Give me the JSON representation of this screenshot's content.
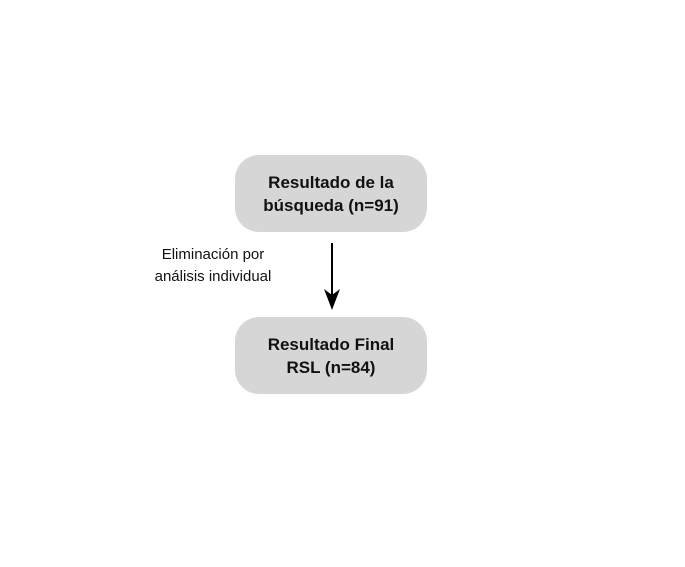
{
  "diagram": {
    "nodes": [
      {
        "id": "search-results",
        "label": "Resultado de la\nbúsqueda (n=91)"
      },
      {
        "id": "final-results",
        "label": "Resultado Final\nRSL (n=84)"
      }
    ],
    "edges": [
      {
        "from": "search-results",
        "to": "final-results",
        "label": "Eliminación por\nanálisis individual"
      }
    ],
    "colors": {
      "node_fill": "#d6d6d6",
      "text": "#111111",
      "arrow": "#000000"
    }
  }
}
